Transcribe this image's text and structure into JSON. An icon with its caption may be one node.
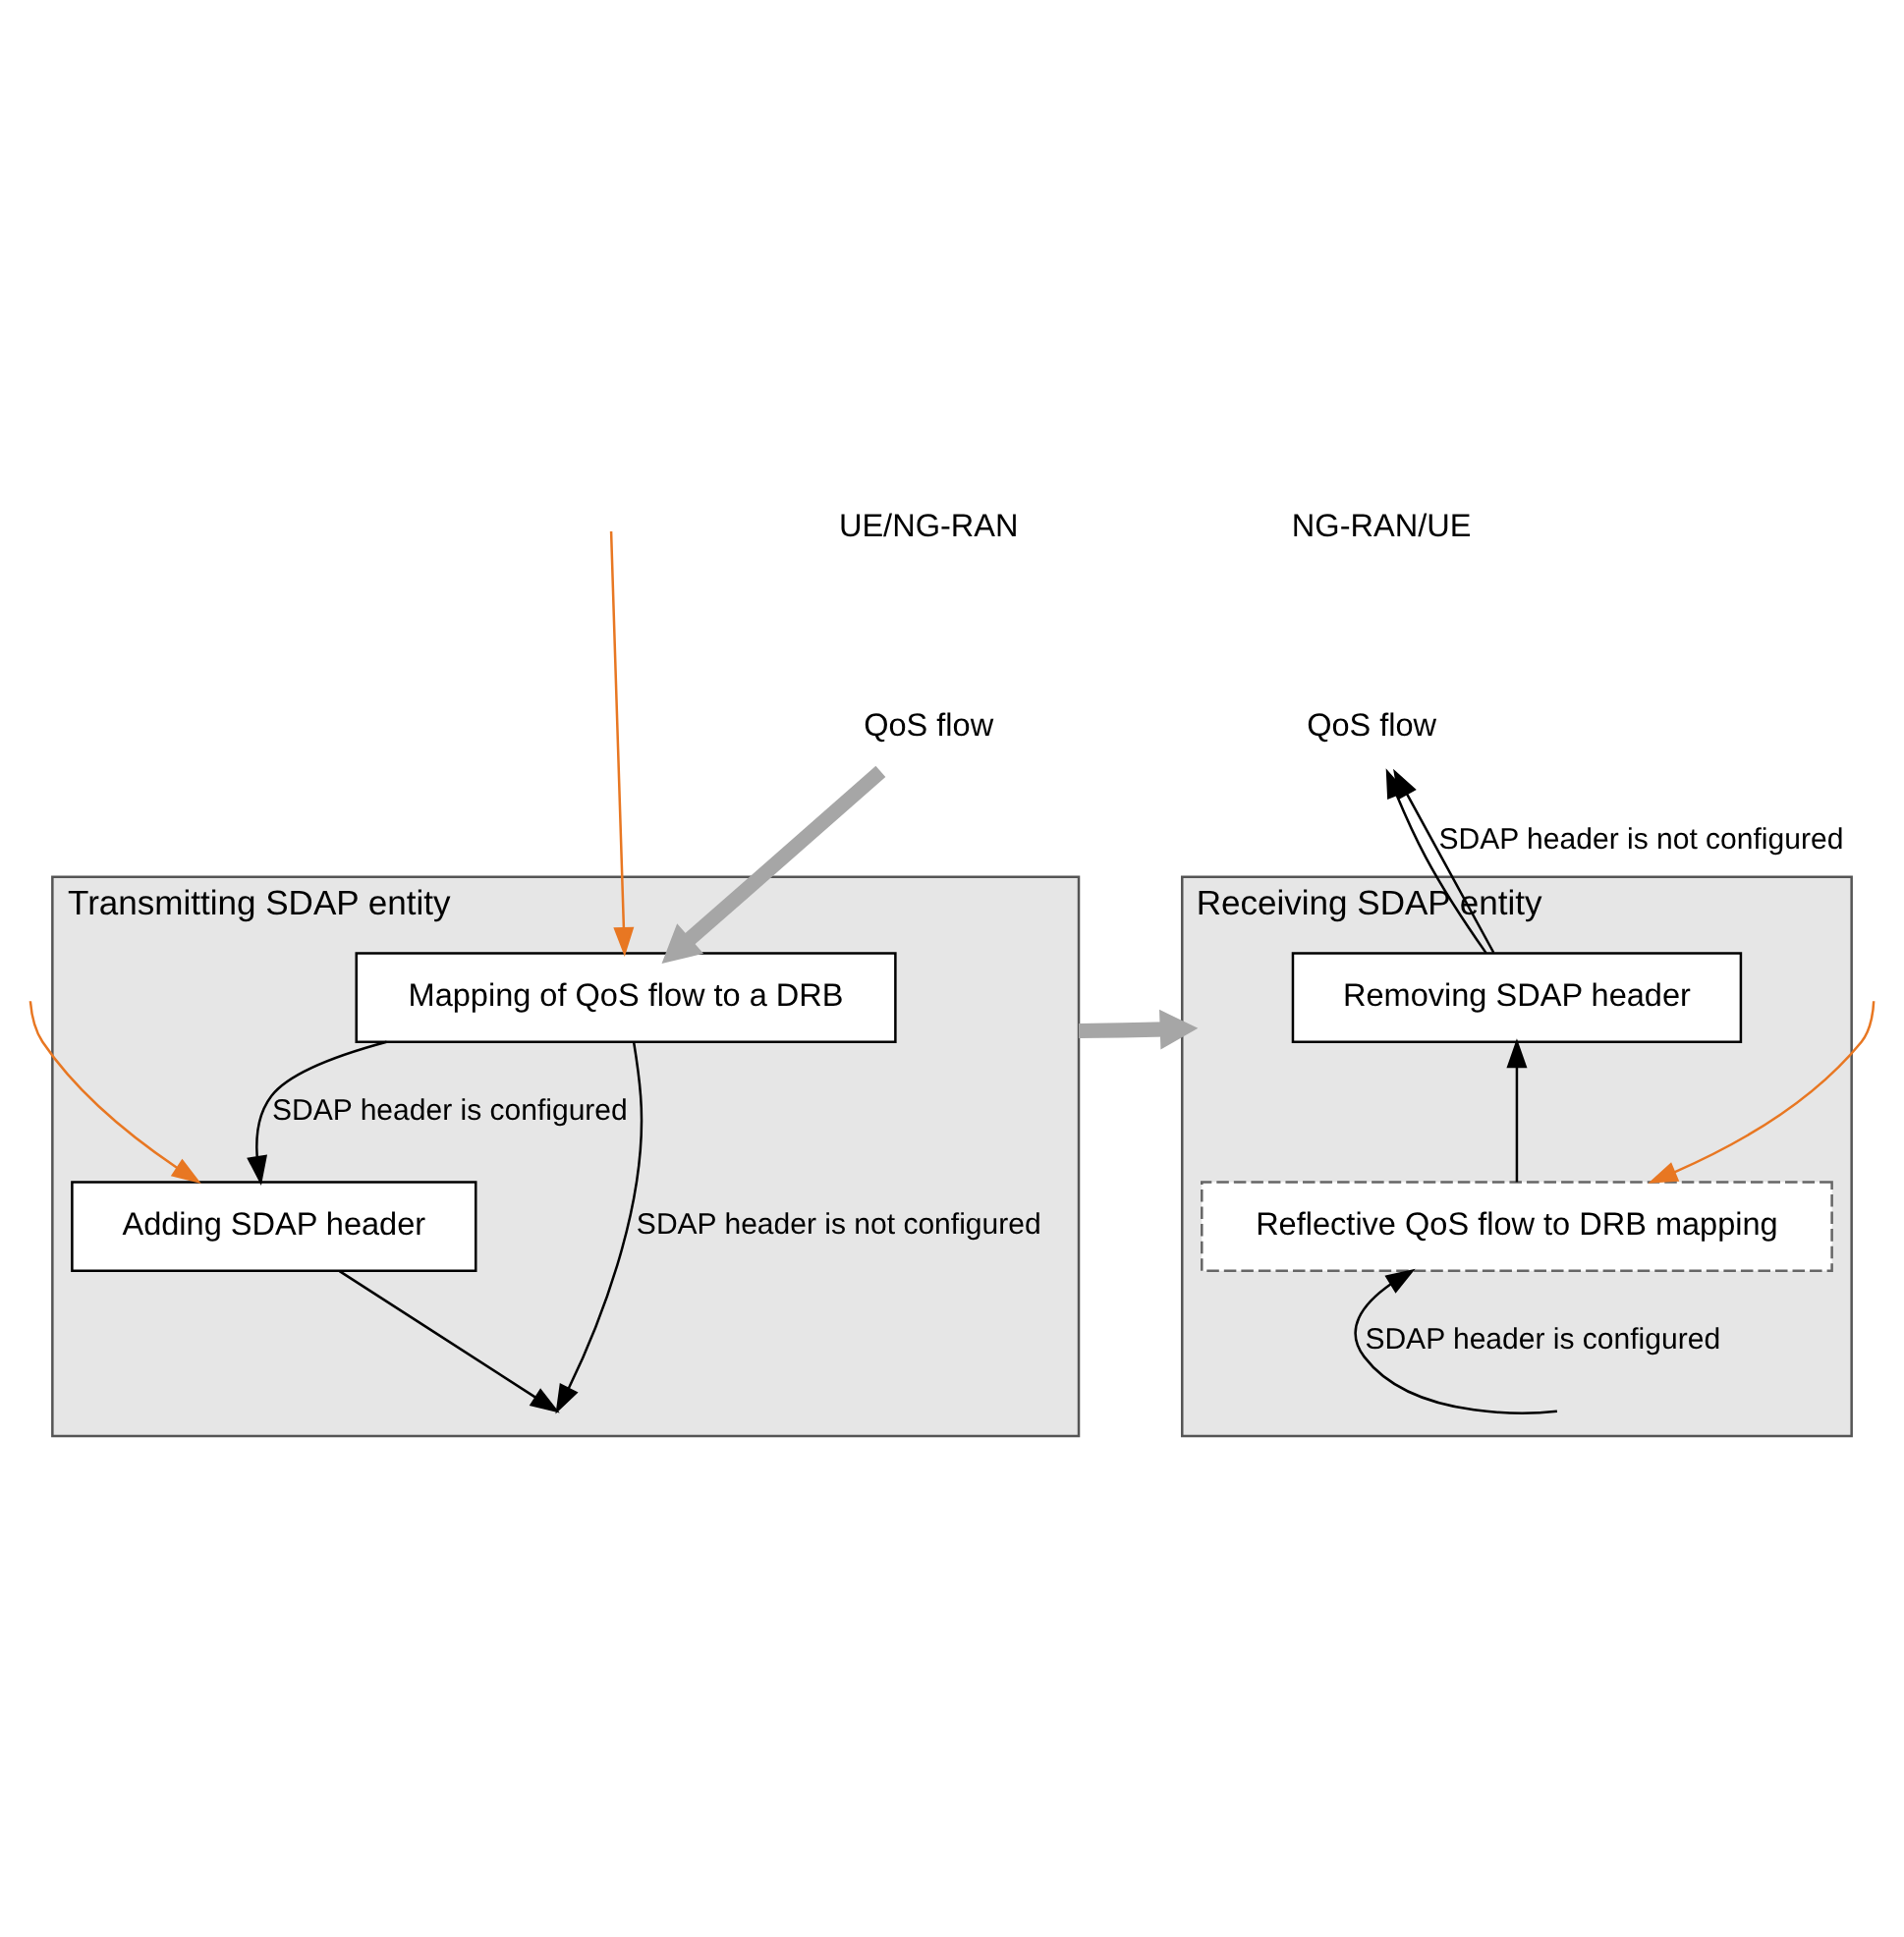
{
  "diagram": {
    "nodes": [
      {
        "text": [
          "Transmitting SDAP entity"
        ]
      },
      {
        "text": [
          "Mapping of QoS flow to a DRB"
        ],
        "in": 0
      },
      {
        "text": [
          "Adding SDAP header"
        ],
        "in": 0
      },
      {
        "text": [
          "Receiving SDAP entity"
        ]
      },
      {
        "text": [
          "Removing SDAP header"
        ],
        "in": 3
      },
      {
        "text": [
          "Reflective QoS flow to DRB mapping"
        ],
        "in": 3
      },
      {
        "text": [
          "QoS flow"
        ]
      },
      {
        "text": [
          "QoS flow"
        ]
      }
    ],
    "edges": [
      {
        "from": 6,
        "to": 1,
        "arrow": "to",
        "style": "thick",
        "color": "#a6a6a6"
      },
      {
        "from": 1,
        "to": 2,
        "arrow": "to",
        "label": "SDAP header is configured"
      },
      {
        "from": 1,
        "to": 0,
        "arrow": "to",
        "label": "SDAP header is not configured"
      },
      {
        "from": 2,
        "to": 0,
        "arrow": "to"
      },
      {
        "from": 0,
        "to": 3,
        "arrow": "to",
        "style": "thick",
        "color": "#a6a6a6"
      },
      {
        "from": 3,
        "to": 5,
        "arrow": "to",
        "label": "SDAP header is configured"
      },
      {
        "from": 5,
        "to": 4,
        "arrow": "to"
      },
      {
        "from": 4,
        "to": 7,
        "arrow": "to"
      },
      {
        "from": 3,
        "to": 7,
        "arrow": "to",
        "label": "SDAP header is not configured"
      },
      {
        "from": null,
        "to": 1,
        "arrow": "to",
        "color": "#e87722"
      },
      {
        "from": null,
        "to": 2,
        "arrow": "to",
        "color": "#e87722"
      },
      {
        "from": null,
        "to": 5,
        "arrow": "to",
        "color": "#e87722"
      }
    ],
    "labels": [
      "UE/NG-RAN",
      "NG-RAN/UE"
    ]
  }
}
